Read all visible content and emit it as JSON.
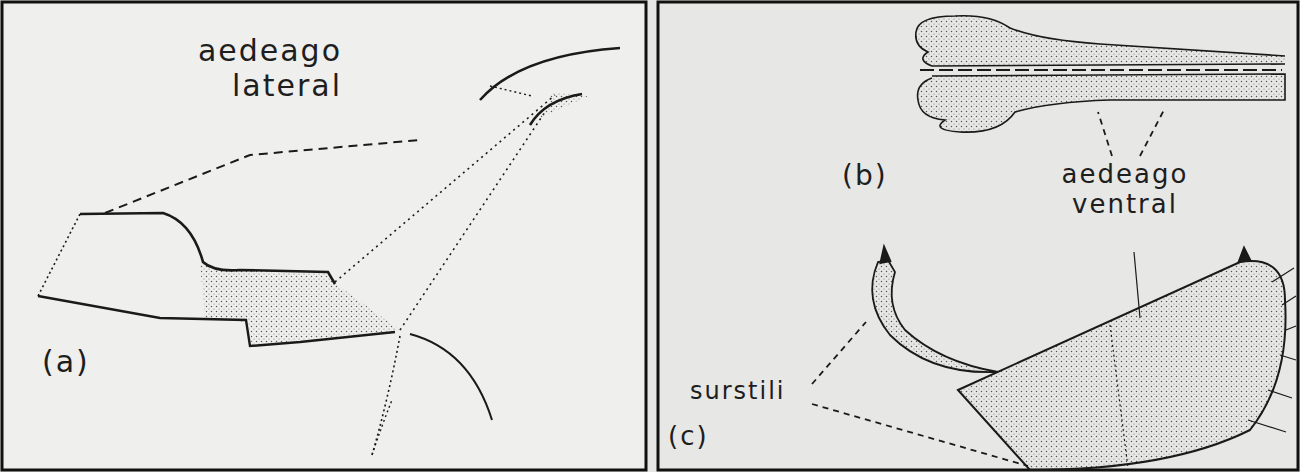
{
  "diagram": {
    "labels": [
      "aedeago lateral",
      "(a)",
      "(b)",
      "aedeago ventral",
      "surstili",
      "(c)"
    ]
  }
}
